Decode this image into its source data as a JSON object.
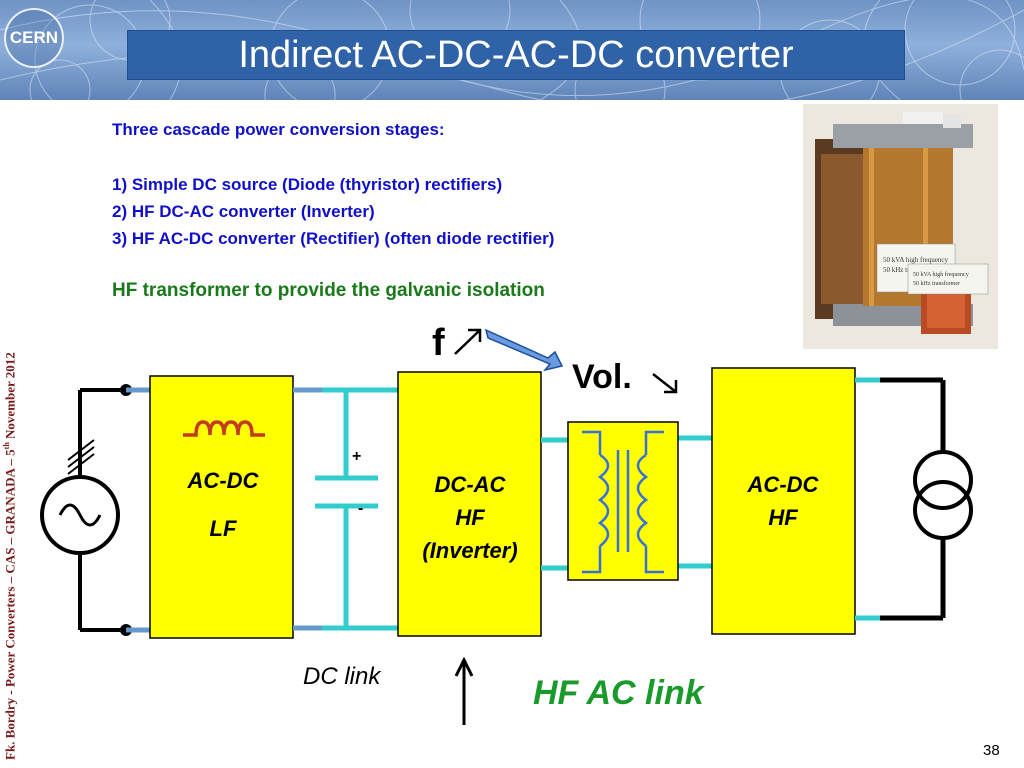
{
  "header": {
    "logo_text": "CERN",
    "title": "Indirect AC-DC-AC-DC converter"
  },
  "sidebar": {
    "credit_before_sup": "Fk. Bordry - Power Converters – CAS – GRANADA – 5",
    "credit_sup": "th",
    "credit_after_sup": " November 2012"
  },
  "content": {
    "intro": "Three cascade power conversion stages:",
    "stages": [
      "1) Simple DC source (Diode (thyristor) rectifiers)",
      "2) HF DC-AC converter (Inverter)",
      "3) HF AC-DC converter (Rectifier) (often diode rectifier)"
    ],
    "isolation_note": "HF transformer to provide the galvanic isolation"
  },
  "photo": {
    "label_1": "50 kVA high frequency",
    "label_2": "50 kHz transformer",
    "label_3": "50 kVA high frequency",
    "label_4": "50 kHz transformer"
  },
  "diagram": {
    "block_ac_dc_lf_line1": "AC-DC",
    "block_ac_dc_lf_line2": "LF",
    "block_dc_ac_line1": "DC-AC",
    "block_dc_ac_line2": "HF",
    "block_dc_ac_line3": "(Inverter)",
    "block_ac_dc_hf_line1": "AC-DC",
    "block_ac_dc_hf_line2": "HF",
    "cap_plus": "+",
    "cap_minus": "-",
    "freq_label": "f",
    "vol_label": "Vol.",
    "dc_link_label": "DC link",
    "hf_ac_link_label": "HF AC link"
  },
  "footer": {
    "page_number": "38"
  },
  "colors": {
    "title_bg": "#2f62a7",
    "block_fill": "#ffff00",
    "wire_teal": "#33cccc",
    "text_blue": "#1010c8",
    "text_green": "#1a7a1a"
  }
}
